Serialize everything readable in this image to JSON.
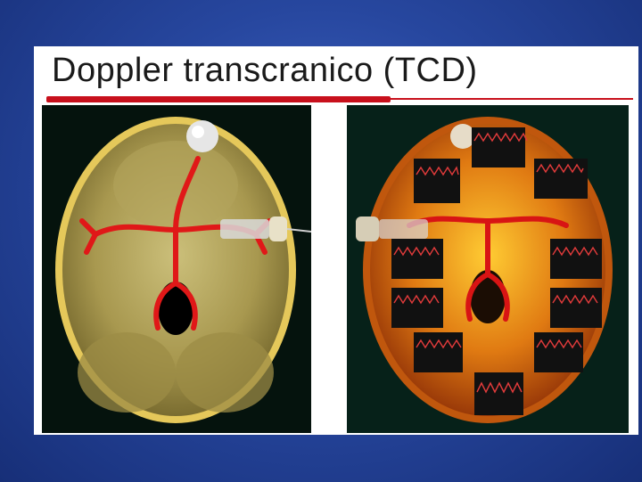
{
  "slide": {
    "title": "Doppler transcranico (TCD)"
  },
  "images": [
    {
      "name": "skull-base-left",
      "description_icon": "skull-base-arteries-icon"
    },
    {
      "name": "skull-base-right",
      "description_icon": "skull-base-doppler-waveforms-icon"
    }
  ],
  "colors": {
    "background": "#27479f",
    "accent": "#c8101c",
    "artery": "#e01818"
  }
}
